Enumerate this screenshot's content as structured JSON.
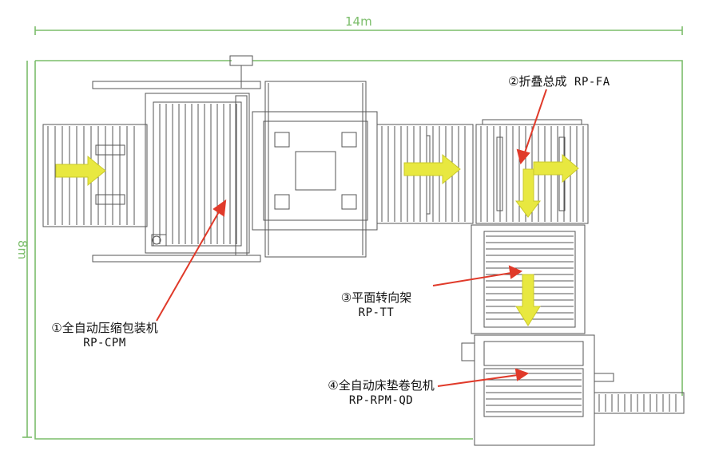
{
  "dimensions": {
    "width_label": "14m",
    "height_label": "8m",
    "line_color": "#7bbd6a"
  },
  "colors": {
    "machine_line": "#555555",
    "flow_arrow": "#e8e840",
    "flow_arrow_outline": "#c9c92a",
    "pointer": "#e03a2a"
  },
  "stations": [
    {
      "marker": "①",
      "name": "全自动压缩包装机",
      "code": "RP-CPM"
    },
    {
      "marker": "②",
      "name": "折叠总成",
      "code": "RP-FA"
    },
    {
      "marker": "③",
      "name": "平面转向架",
      "code": "RP-TT"
    },
    {
      "marker": "④",
      "name": "全自动床垫卷包机",
      "code": "RP-RPM-QD"
    }
  ]
}
